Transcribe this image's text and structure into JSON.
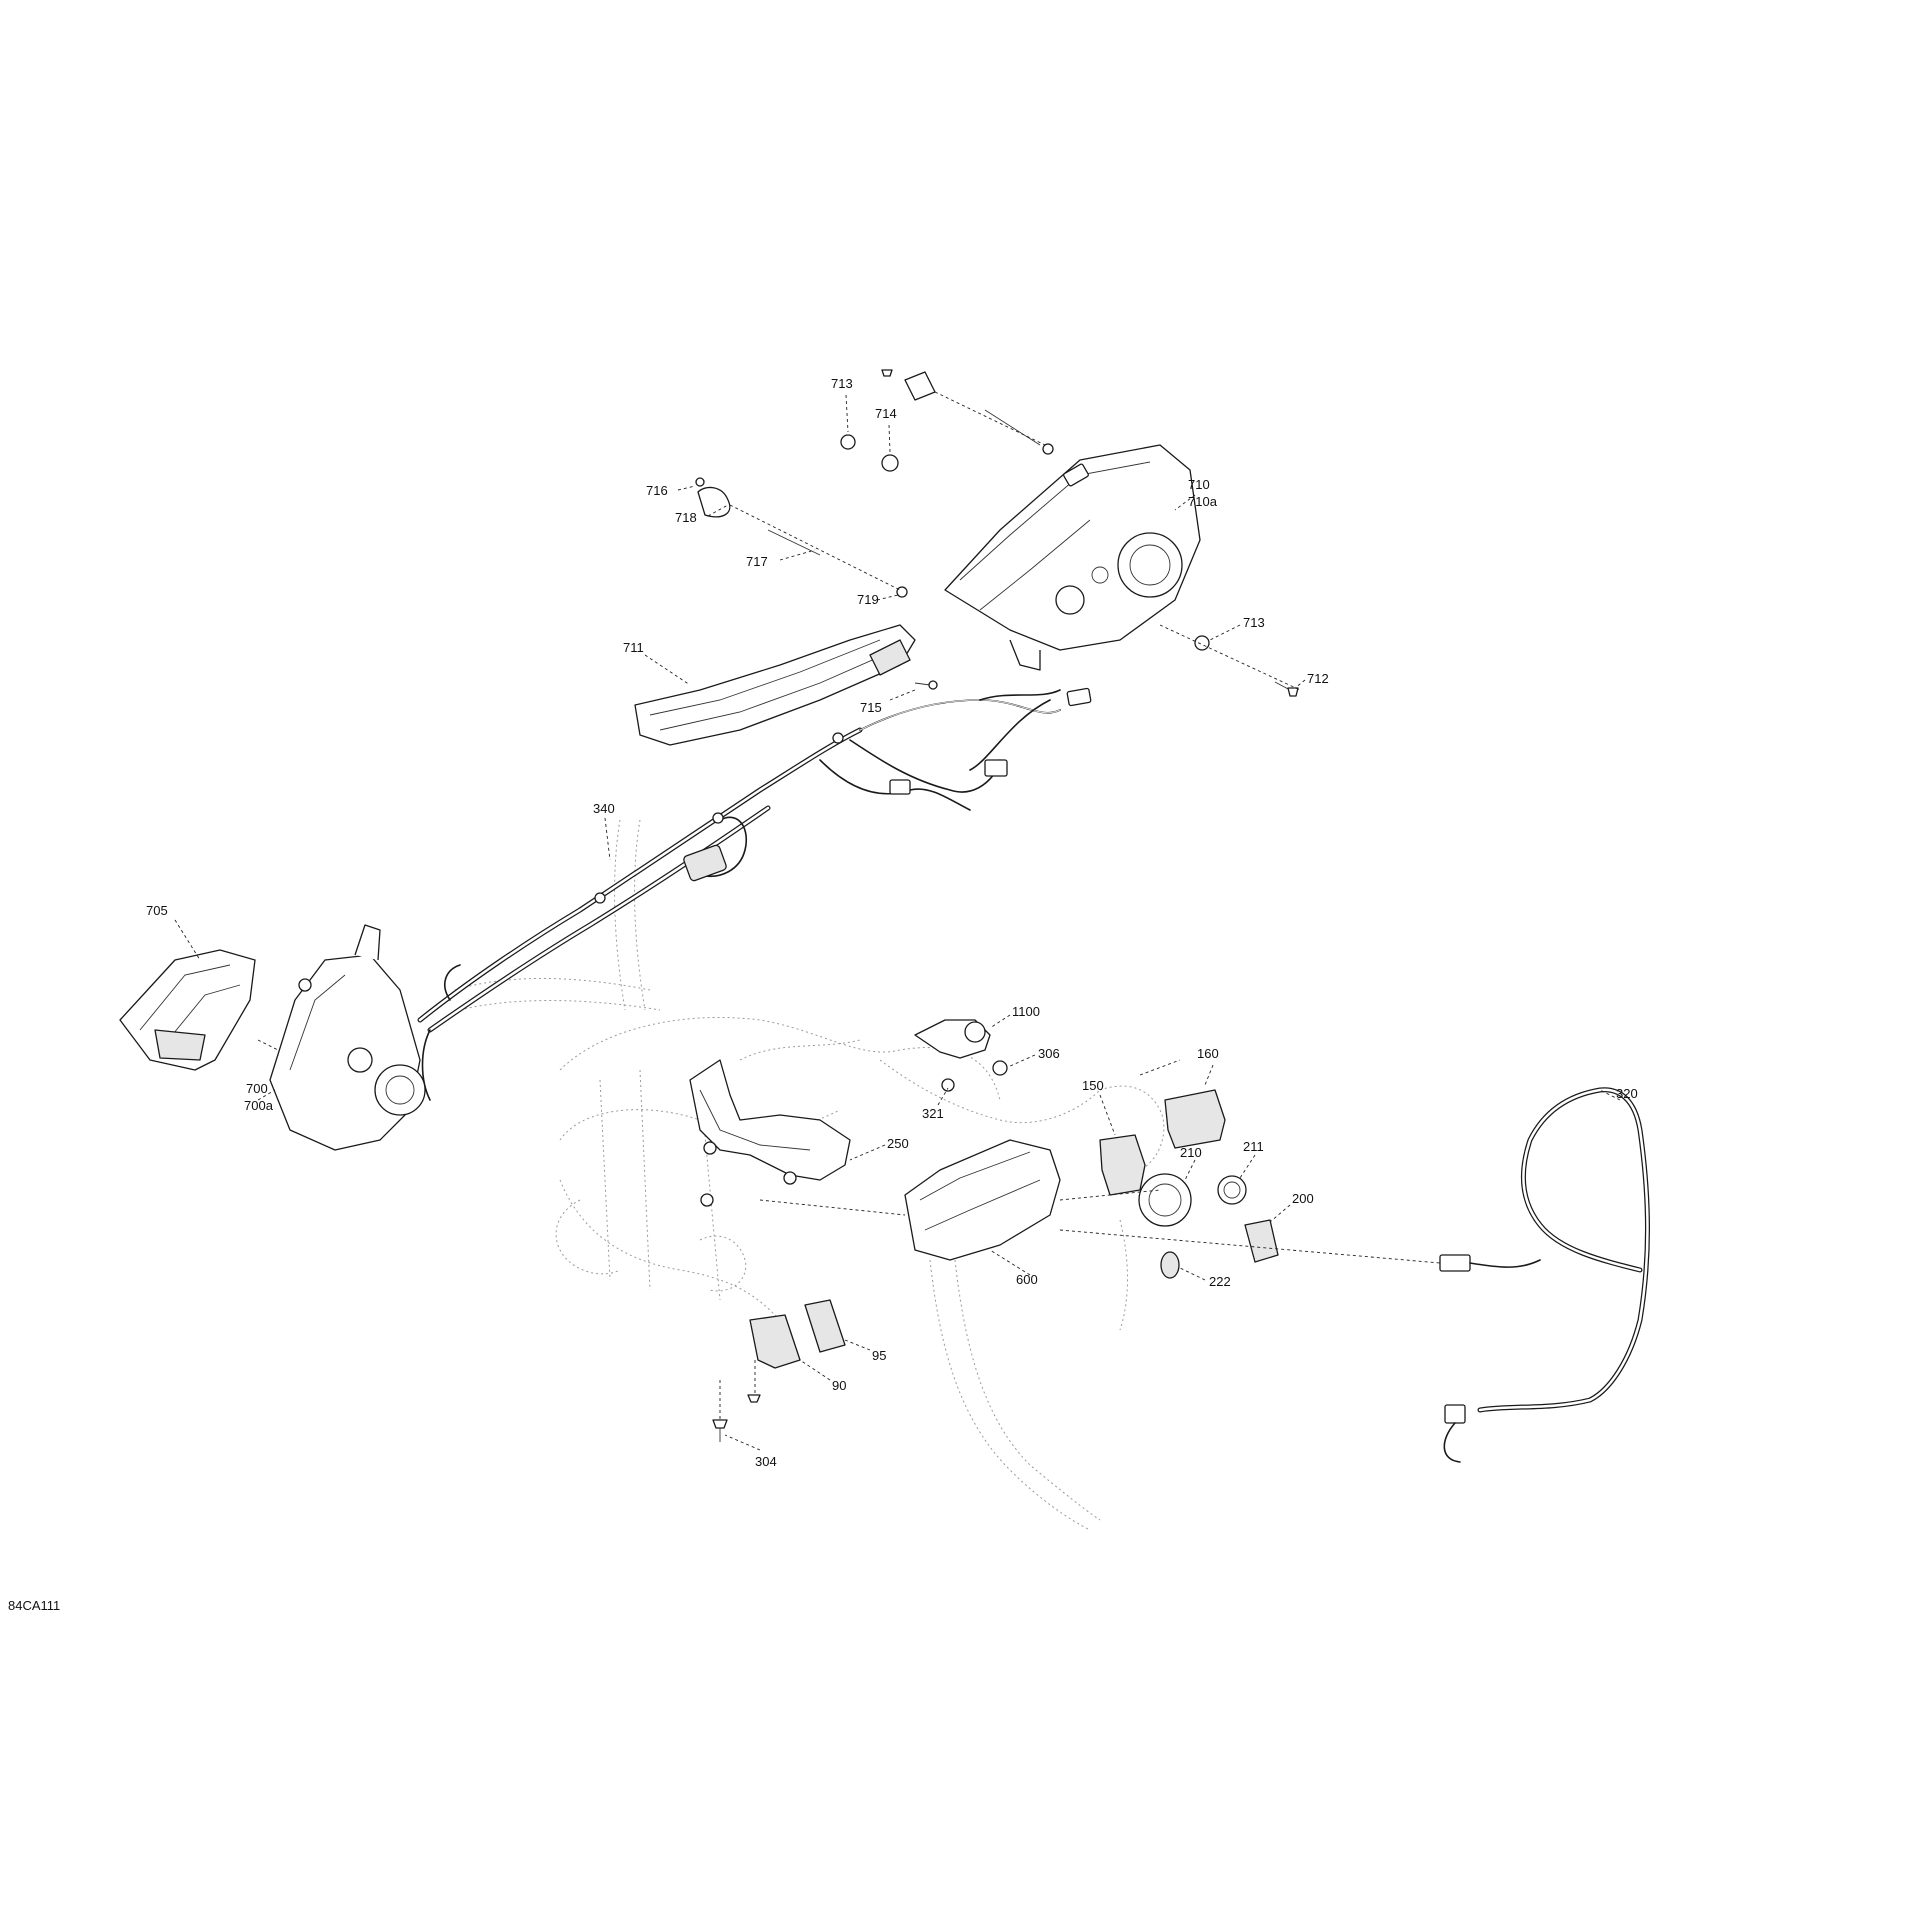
{
  "figure_code": "84CA111",
  "callouts": [
    {
      "id": "c713a",
      "text": "713"
    },
    {
      "id": "c714",
      "text": "714"
    },
    {
      "id": "c716",
      "text": "716"
    },
    {
      "id": "c718",
      "text": "718"
    },
    {
      "id": "c717",
      "text": "717"
    },
    {
      "id": "c719",
      "text": "719"
    },
    {
      "id": "c710",
      "text": "710"
    },
    {
      "id": "c710a",
      "text": "710a"
    },
    {
      "id": "c713b",
      "text": "713"
    },
    {
      "id": "c712",
      "text": "712"
    },
    {
      "id": "c711",
      "text": "711"
    },
    {
      "id": "c715",
      "text": "715"
    },
    {
      "id": "c340",
      "text": "340"
    },
    {
      "id": "c705",
      "text": "705"
    },
    {
      "id": "c700",
      "text": "700"
    },
    {
      "id": "c700a",
      "text": "700a"
    },
    {
      "id": "c1100",
      "text": "1100"
    },
    {
      "id": "c306",
      "text": "306"
    },
    {
      "id": "c160",
      "text": "160"
    },
    {
      "id": "c150",
      "text": "150"
    },
    {
      "id": "c321",
      "text": "321"
    },
    {
      "id": "c320",
      "text": "320"
    },
    {
      "id": "c250",
      "text": "250"
    },
    {
      "id": "c210",
      "text": "210"
    },
    {
      "id": "c211",
      "text": "211"
    },
    {
      "id": "c200",
      "text": "200"
    },
    {
      "id": "c600",
      "text": "600"
    },
    {
      "id": "c222",
      "text": "222"
    },
    {
      "id": "c95",
      "text": "95"
    },
    {
      "id": "c90",
      "text": "90"
    },
    {
      "id": "c304",
      "text": "304"
    }
  ]
}
